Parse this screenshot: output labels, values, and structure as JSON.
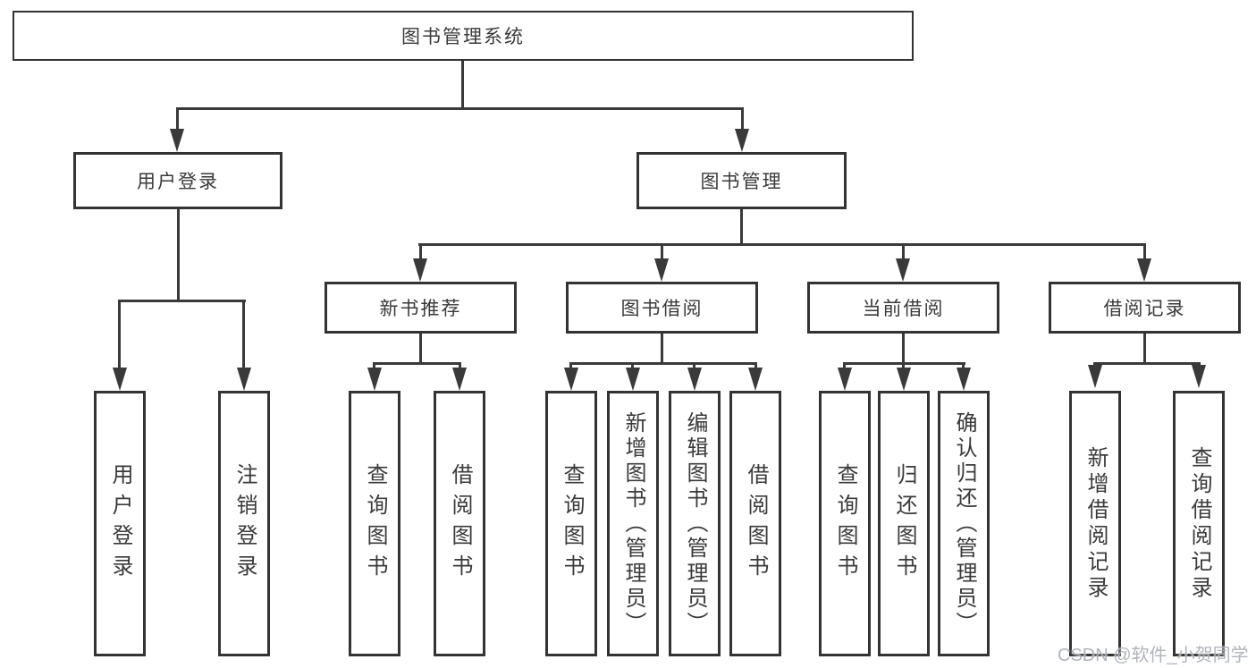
{
  "colors": {
    "line": "#3a3a3a",
    "border": "#333333",
    "text": "#3a3a3a",
    "background": "#ffffff",
    "watermark": "#a3a8af"
  },
  "nodes": {
    "root": {
      "label": "图书管理系统"
    },
    "user_login": {
      "label": "用户登录"
    },
    "book_mgmt": {
      "label": "图书管理"
    },
    "new_book_rec": {
      "label": "新书推荐"
    },
    "book_borrow": {
      "label": "图书借阅"
    },
    "current_borrow": {
      "label": "当前借阅"
    },
    "borrow_records": {
      "label": "借阅记录"
    }
  },
  "leaves": [
    {
      "label": "用户登录",
      "parent": "用户登录"
    },
    {
      "label": "注销登录",
      "parent": "用户登录"
    },
    {
      "label": "查询图书",
      "parent": "新书推荐"
    },
    {
      "label": "借阅图书",
      "parent": "新书推荐"
    },
    {
      "label": "查询图书",
      "parent": "图书借阅"
    },
    {
      "label": "新增图书（管理员）",
      "parent": "图书借阅"
    },
    {
      "label": "编辑图书（管理员）",
      "parent": "图书借阅"
    },
    {
      "label": "借阅图书",
      "parent": "图书借阅"
    },
    {
      "label": "查询图书",
      "parent": "当前借阅"
    },
    {
      "label": "归还图书",
      "parent": "当前借阅"
    },
    {
      "label": "确认归还（管理员）",
      "parent": "当前借阅"
    },
    {
      "label": "新增借阅记录",
      "parent": "借阅记录"
    },
    {
      "label": "查询借阅记录",
      "parent": "借阅记录"
    }
  ],
  "watermark": "CSDN @软件_小贺同学"
}
